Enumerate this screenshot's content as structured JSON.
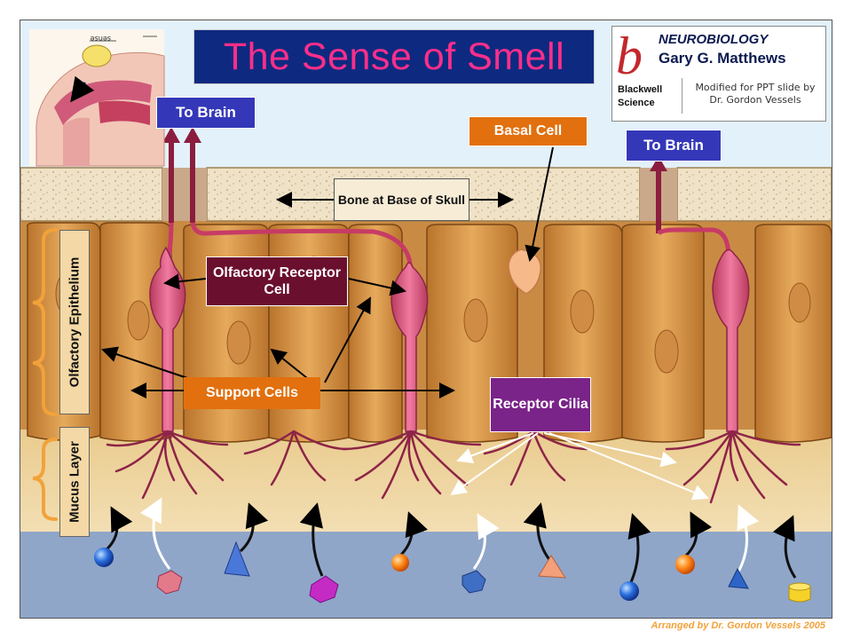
{
  "title": "The Sense of Smell",
  "book": {
    "series": "NEUROBIOLOGY",
    "author": "Gary G. Matthews",
    "publisher": "Blackwell Science",
    "logo_letter": "b",
    "modified_note": "Modified for PPT slide by Dr. Gordon Vessels"
  },
  "labels": {
    "to_brain_left": "To Brain",
    "to_brain_right": "To Brain",
    "basal_cell": "Basal Cell",
    "bone": "Bone at Base of Skull",
    "olfactory_receptor_cell": "Olfactory Receptor Cell",
    "support_cells": "Support Cells",
    "receptor_cilia": "Receptor Cilia",
    "olfactory_epithelium": "Olfactory Epithelium",
    "mucus_layer": "Mucus Layer"
  },
  "credit": "Arranged by Dr. Gordon Vessels 2005",
  "colors": {
    "title_bg": "#0d2a80",
    "title_text": "#ff2e8a",
    "mucus_fluid": "#8fa6c9",
    "bone": "#efe2c6",
    "support_cell": "#d99a4a",
    "receptor_cell": "#d9507a",
    "nerve_fiber": "#8b1e3f"
  }
}
